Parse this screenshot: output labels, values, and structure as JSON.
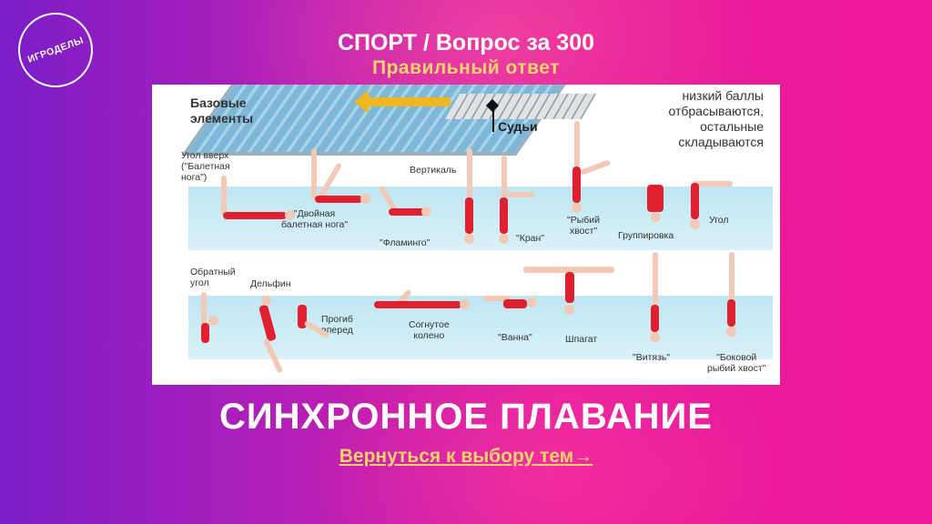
{
  "logo": {
    "text": "ИГРОДЕЛЫ"
  },
  "header": {
    "title": "СПОРТ /  Вопрос за 300",
    "subtitle": "Правильный ответ"
  },
  "figure": {
    "heading": "Базовые\nэлементы",
    "judges": "Судьи",
    "note": "низкий баллы\nотбрасываются,\nостальные\nскладываются",
    "positions": [
      "Угол вверх\n(\"Балетная\nнога\")",
      "\"Двойная\nбалетная нога\"",
      "\"Фламинго\"",
      "Вертикаль",
      "\"Кран\"",
      "\"Рыбий\nхвост\"",
      "Группировка",
      "Угол",
      "Обратный\nугол",
      "Дельфин",
      "Прогиб\nвперед",
      "Согнутое\nколено",
      "\"Ванна\"",
      "Шпагат",
      "\"Витязь\"",
      "\"Боковой\nрыбий хвост\""
    ]
  },
  "main_title": "СИНХРОННОЕ ПЛАВАНИЕ",
  "back_link": "Вернуться к выбору тем→"
}
